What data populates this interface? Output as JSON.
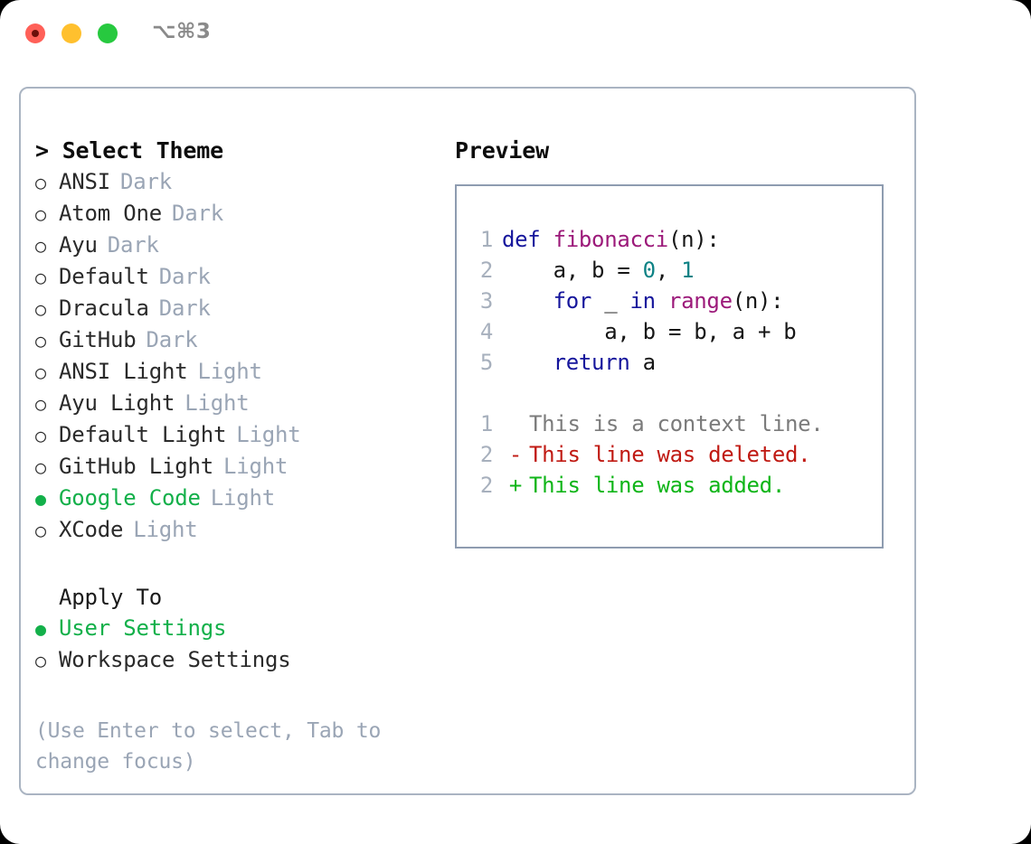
{
  "titlebar": {
    "shortcut": "⌥⌘3",
    "lights": [
      {
        "name": "close",
        "color": "#ff6058"
      },
      {
        "name": "minimize",
        "color": "#ffc02e"
      },
      {
        "name": "maximize",
        "color": "#27c93f"
      }
    ]
  },
  "theme_picker": {
    "heading": "> Select Theme",
    "bullet_selected": "●",
    "bullet_unselected": "○",
    "options": [
      {
        "label": "ANSI",
        "tag": "Dark",
        "selected": false
      },
      {
        "label": "Atom One",
        "tag": "Dark",
        "selected": false
      },
      {
        "label": "Ayu",
        "tag": "Dark",
        "selected": false
      },
      {
        "label": "Default",
        "tag": "Dark",
        "selected": false
      },
      {
        "label": "Dracula",
        "tag": "Dark",
        "selected": false
      },
      {
        "label": "GitHub",
        "tag": "Dark",
        "selected": false
      },
      {
        "label": "ANSI Light",
        "tag": "Light",
        "selected": false
      },
      {
        "label": "Ayu Light",
        "tag": "Light",
        "selected": false
      },
      {
        "label": "Default Light",
        "tag": "Light",
        "selected": false
      },
      {
        "label": "GitHub Light",
        "tag": "Light",
        "selected": false
      },
      {
        "label": "Google Code",
        "tag": "Light",
        "selected": true
      },
      {
        "label": "XCode",
        "tag": "Light",
        "selected": false
      }
    ]
  },
  "apply_to": {
    "heading": "Apply To",
    "options": [
      {
        "label": "User Settings",
        "selected": true
      },
      {
        "label": "Workspace Settings",
        "selected": false
      }
    ]
  },
  "hint": "(Use Enter to select, Tab to change focus)",
  "preview": {
    "title": "Preview",
    "code_lines": [
      {
        "no": "1",
        "tokens": [
          {
            "t": "def",
            "c": "kw"
          },
          {
            "t": " ",
            "c": "pl"
          },
          {
            "t": "fibonacci",
            "c": "fn"
          },
          {
            "t": "(n):",
            "c": "pl"
          }
        ]
      },
      {
        "no": "2",
        "tokens": [
          {
            "t": "    a, b = ",
            "c": "pl"
          },
          {
            "t": "0",
            "c": "num"
          },
          {
            "t": ", ",
            "c": "pl"
          },
          {
            "t": "1",
            "c": "num"
          }
        ]
      },
      {
        "no": "3",
        "tokens": [
          {
            "t": "    ",
            "c": "pl"
          },
          {
            "t": "for",
            "c": "kw"
          },
          {
            "t": " _ ",
            "c": "pl"
          },
          {
            "t": "in",
            "c": "kw"
          },
          {
            "t": " ",
            "c": "pl"
          },
          {
            "t": "range",
            "c": "fn"
          },
          {
            "t": "(n):",
            "c": "pl"
          }
        ]
      },
      {
        "no": "4",
        "tokens": [
          {
            "t": "        a, b = b, a + b",
            "c": "pl"
          }
        ]
      },
      {
        "no": "5",
        "tokens": [
          {
            "t": "    ",
            "c": "pl"
          },
          {
            "t": "return",
            "c": "kw"
          },
          {
            "t": " a",
            "c": "pl"
          }
        ]
      }
    ],
    "diff_lines": [
      {
        "no": "1",
        "marker": " ",
        "text": "This is a context line.",
        "kind": "ctx"
      },
      {
        "no": "2",
        "marker": "-",
        "text": "This line was deleted.",
        "kind": "del"
      },
      {
        "no": "2",
        "marker": "+",
        "text": "This line was added.",
        "kind": "add"
      }
    ]
  },
  "colors": {
    "accent_green": "#13b04a",
    "keyword_blue": "#16169c",
    "function_purple": "#9c1a7a",
    "number_teal": "#0d8285",
    "muted_gray": "#9aa5b5",
    "diff_delete_red": "#c01a13",
    "diff_add_green": "#0fb518",
    "panel_border": "#aab4c2"
  }
}
